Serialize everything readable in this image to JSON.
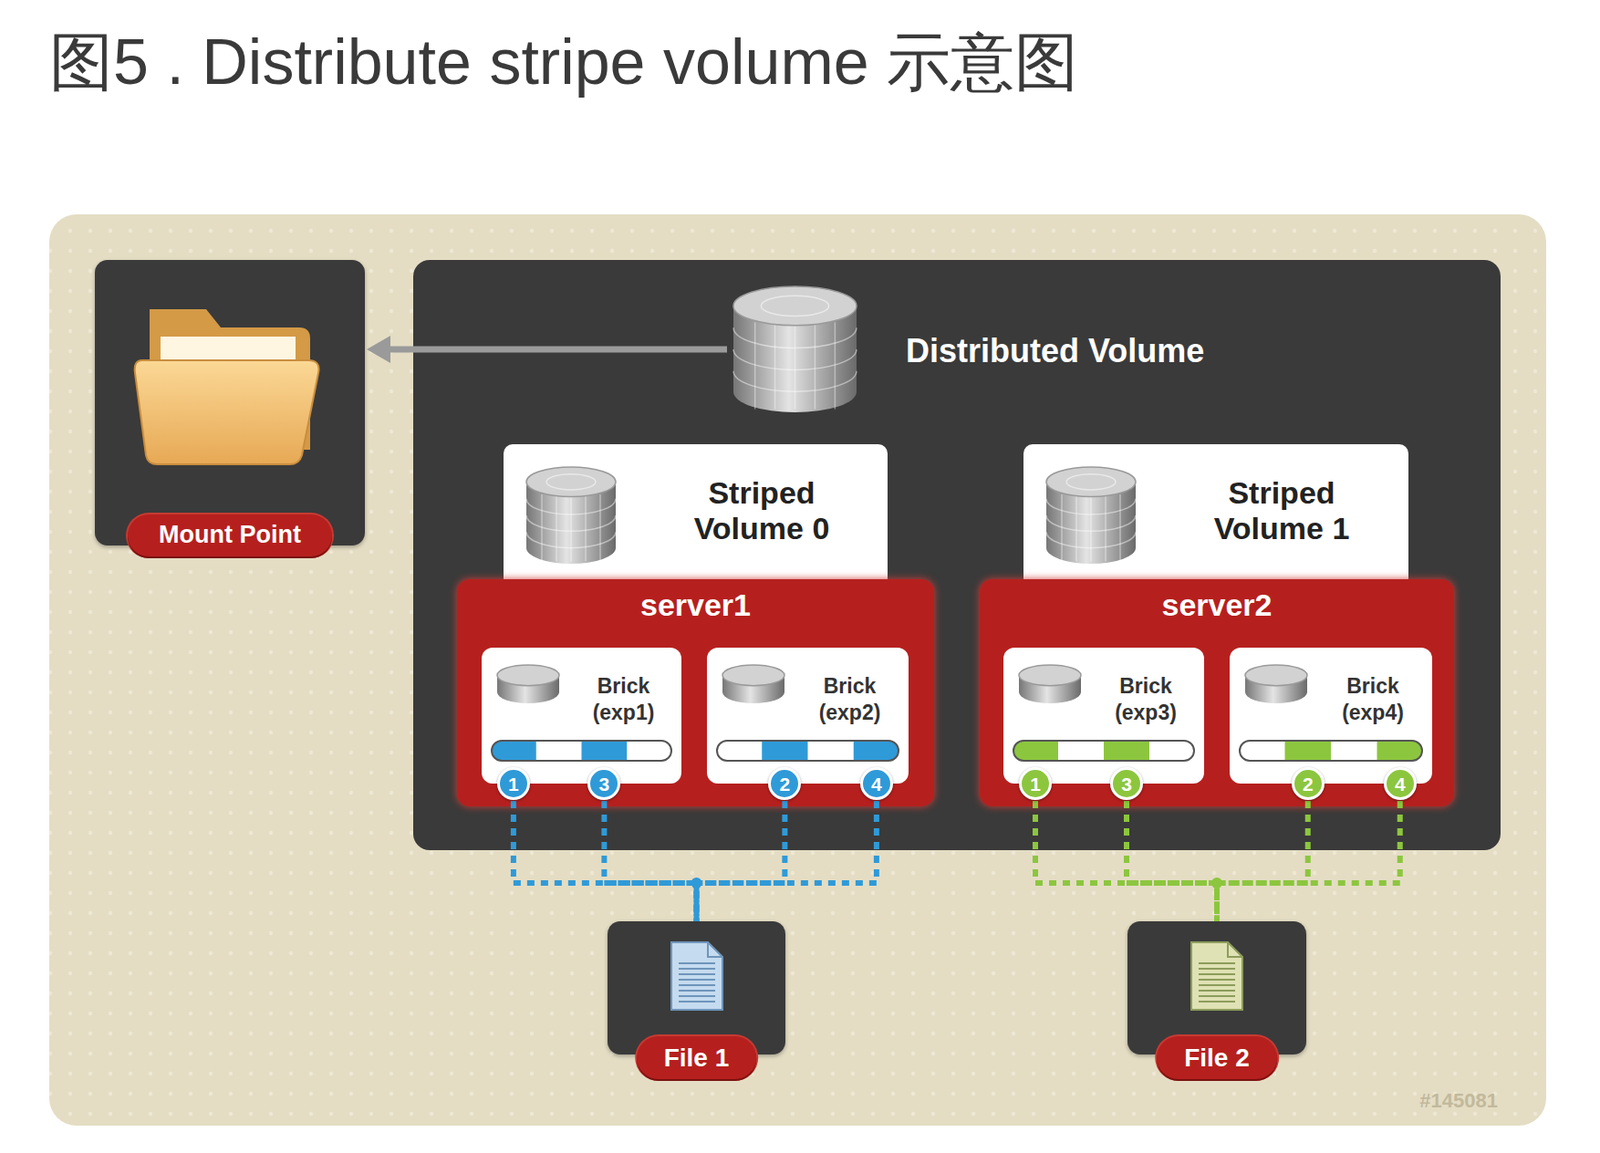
{
  "diagram": {
    "title": "图5 . Distribute stripe volume 示意图",
    "nodes": [
      {
        "text": [
          "Mount Point"
        ]
      },
      {
        "text": [
          "Distributed Volume"
        ]
      },
      {
        "text": [
          "Striped Volume 0"
        ],
        "in": 1
      },
      {
        "text": [
          "server1"
        ],
        "in": 1
      },
      {
        "text": [
          "Brick (exp1)"
        ],
        "in": 3
      },
      {
        "text": [
          "1"
        ],
        "in": 4
      },
      {
        "text": [
          "3"
        ],
        "in": 4
      },
      {
        "text": [
          "Brick (exp2)"
        ],
        "in": 3
      },
      {
        "text": [
          "2"
        ],
        "in": 7
      },
      {
        "text": [
          "4"
        ],
        "in": 7
      },
      {
        "text": [
          "Striped Volume 1"
        ],
        "in": 1
      },
      {
        "text": [
          "server2"
        ],
        "in": 1
      },
      {
        "text": [
          "Brick (exp3)"
        ],
        "in": 11
      },
      {
        "text": [
          "1"
        ],
        "in": 12
      },
      {
        "text": [
          "3"
        ],
        "in": 12
      },
      {
        "text": [
          "Brick (exp4)"
        ],
        "in": 11
      },
      {
        "text": [
          "2"
        ],
        "in": 15
      },
      {
        "text": [
          "4"
        ],
        "in": 15
      },
      {
        "text": [
          "File 1"
        ]
      },
      {
        "text": [
          "File 2"
        ]
      }
    ],
    "edges": [
      {
        "from": 1,
        "to": 0,
        "arrow": "to"
      },
      {
        "from": 5,
        "to": 18,
        "arrow": "none"
      },
      {
        "from": 6,
        "to": 18,
        "arrow": "none"
      },
      {
        "from": 8,
        "to": 18,
        "arrow": "none"
      },
      {
        "from": 9,
        "to": 18,
        "arrow": "none"
      },
      {
        "from": 13,
        "to": 19,
        "arrow": "none"
      },
      {
        "from": 14,
        "to": 19,
        "arrow": "none"
      },
      {
        "from": 16,
        "to": 19,
        "arrow": "none"
      },
      {
        "from": 17,
        "to": 19,
        "arrow": "none"
      }
    ],
    "labels": [
      "#145081"
    ]
  }
}
